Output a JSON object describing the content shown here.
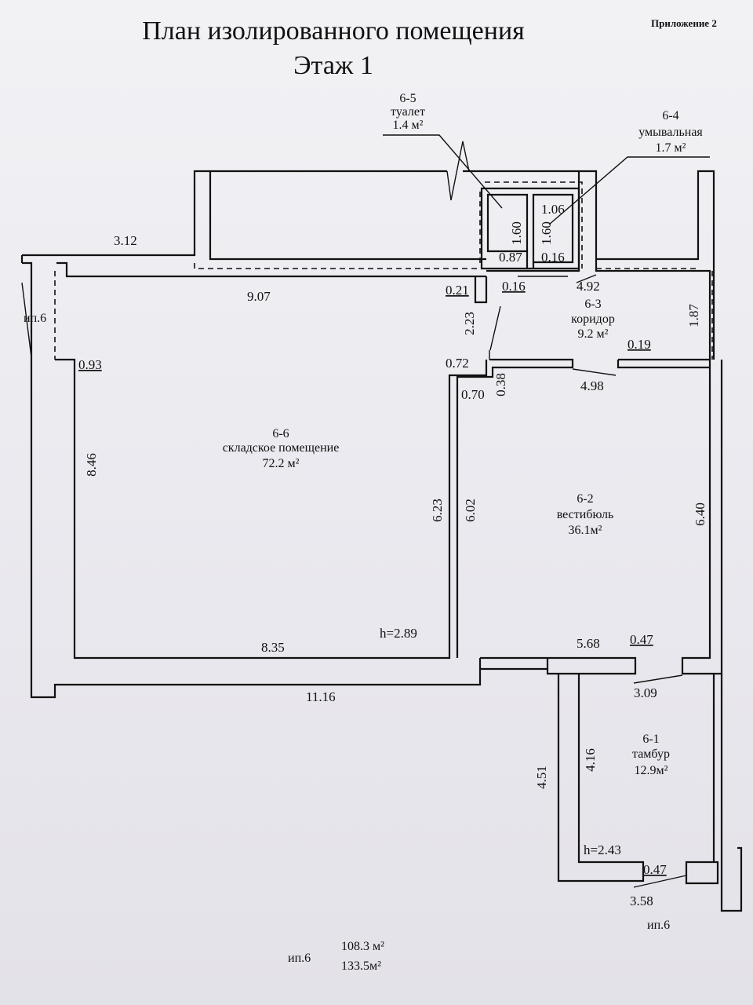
{
  "title": "План изолированного помещения",
  "floor": "Этаж  1",
  "corner_text": "Приложение 2",
  "rooms": {
    "r65": {
      "code": "6-5",
      "name": "туалет",
      "area": "1.4  м²"
    },
    "r64": {
      "code": "6-4",
      "name": "умывальная",
      "area": "1.7 м²"
    },
    "r63": {
      "code": "6-3",
      "name": "коридор",
      "area": "9.2  м²"
    },
    "r66": {
      "code": "6-6",
      "name": "складское помещение",
      "area": "72.2 м²"
    },
    "r62": {
      "code": "6-2",
      "name": "вестибюль",
      "area": "36.1м²"
    },
    "r61": {
      "code": "6-1",
      "name": "тамбур",
      "area": "12.9м²"
    }
  },
  "dims": {
    "d312": "3.12",
    "d907": "9.07",
    "d093": "0.93",
    "d846": "8.46",
    "d835": "8.35",
    "d1116": "11.16",
    "h289": "h=2.89",
    "d021": "0.21",
    "d016a": "0.16",
    "d223": "2.23",
    "d072": "0.72",
    "d038": "0.38",
    "d070": "0.70",
    "d623": "6.23",
    "d602": "6.02",
    "d498": "4.98",
    "d019": "0.19",
    "d187": "1.87",
    "d492": "4.92",
    "d640": "6.40",
    "d568": "5.68",
    "d047a": "0.47",
    "d309": "3.09",
    "d416": "4.16",
    "d451": "4.51",
    "h243": "h=2.43",
    "d047b": "0.47",
    "d358": "3.58",
    "d106": "1.06",
    "d160a": "1.60",
    "d160b": "1.60",
    "d087": "0.87",
    "d016b": "0.16"
  },
  "ip_labels": {
    "left": "ип.6",
    "bottom_right": "ип.6",
    "footer": "ип.6"
  },
  "totals": {
    "area1": "108.3 м²",
    "area2": "133.5м²"
  }
}
